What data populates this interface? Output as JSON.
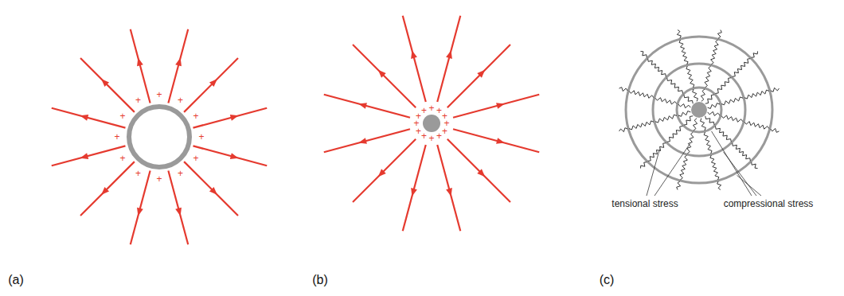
{
  "diagram": {
    "labels": [
      "+",
      "+",
      "+",
      "+",
      "+",
      "+",
      "+",
      "+",
      "+",
      "+",
      "+",
      "+",
      "+",
      "+",
      "+",
      "+",
      "+",
      "+",
      "+",
      "+",
      "+",
      "+",
      "+",
      "+",
      "tensional stress",
      "compressional stress",
      "(a)",
      "(b)",
      "(c)"
    ]
  }
}
